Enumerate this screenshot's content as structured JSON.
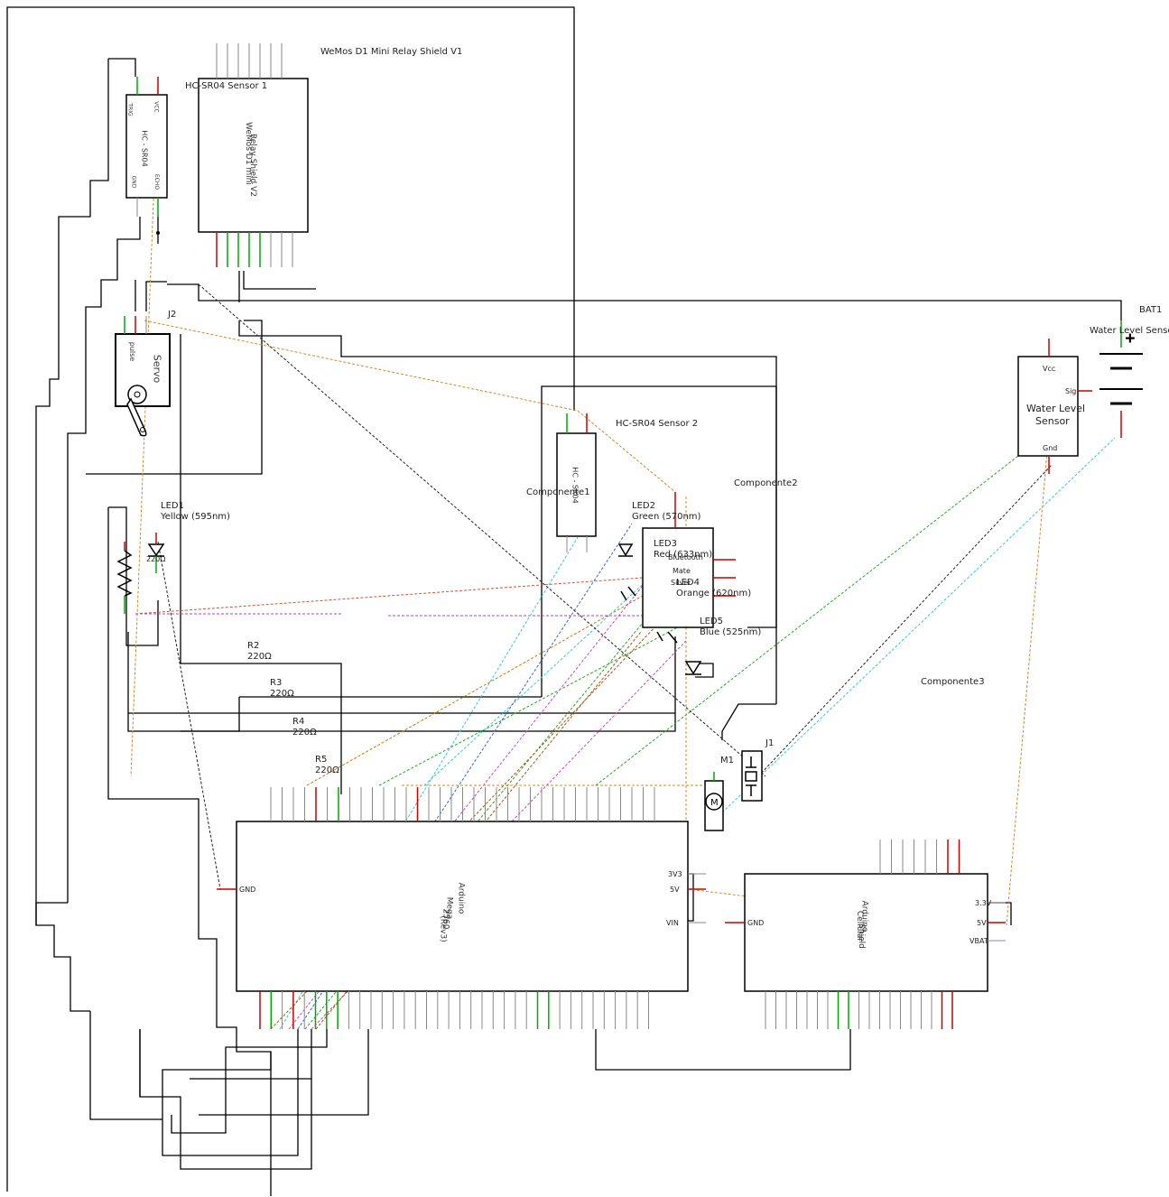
{
  "labels": {
    "wemos_title": "WeMos D1 Mini Relay Shield V1",
    "hcsr04_1": "HC-SR04 Sensor 1",
    "wemos_body_1": "WeMos D1 mini",
    "wemos_body_2": "Relay Shield V2",
    "hc_body": "HC - SR04",
    "hc_trig": "TRIG",
    "hc_vcc": "VCC",
    "hc_echo": "ECHO",
    "hc_gnd": "GND",
    "j2": "J2",
    "servo": "Servo",
    "servo_pulse": "pulse",
    "bat1": "BAT1",
    "water_level_sensor": "Water Level Sensor",
    "wl_body_1": "Water Level",
    "wl_body_2": "Sensor",
    "wl_vcc": "Vcc",
    "wl_sig": "Sig",
    "wl_gnd": "Gnd",
    "hcsr04_2": "HC-SR04 Sensor 2",
    "componente1": "Componente1",
    "componente2": "Componente2",
    "componente3": "Componente3",
    "led1": "LED1",
    "led1_color": "Yellow (595nm)",
    "led1_res": "220Ω",
    "led2": "LED2",
    "led2_color": "Green (570nm)",
    "led3": "LED3",
    "led3_color": "Red (633nm)",
    "led4": "LED4",
    "led4_color": "Orange (620nm)",
    "led5": "LED5",
    "led5_color": "Blue (525nm)",
    "r2": "R2",
    "r2_val": "220Ω",
    "r3": "R3",
    "r3_val": "220Ω",
    "r4": "R4",
    "r4_val": "220Ω",
    "r5": "R5",
    "r5_val": "220Ω",
    "mp3_1": "Bluetooth",
    "mp3_2": "Mate",
    "mp3_3": "Silver",
    "m1": "M1",
    "j1": "J1",
    "mega_1": "Arduino",
    "mega_2": "Mega",
    "mega_3": "2560",
    "mega_4": "(Rev3)",
    "cell_1": "Arduino",
    "cell_2": "Cellular",
    "cell_3": "Shield",
    "pin_3v3": "3V3",
    "pin_5v": "5V",
    "pin_vin": "VIN",
    "pin_gnd": "GND",
    "pin_gnd2": "GND",
    "pin_5v2": "5V",
    "pin_3v3b": "3.3V",
    "pin_vbat": "VBAT"
  },
  "palette": {
    "wire": "#000000",
    "pin_red": "#cc0000",
    "pin_green": "#00aa00",
    "orange": "#d4882a",
    "cyan": "#33cccc",
    "blue": "#3366dd",
    "magenta": "#cc44cc",
    "purple": "#9944cc",
    "green": "#22aa22",
    "brown": "#aa5511",
    "ratsnest_black": "#222222"
  }
}
